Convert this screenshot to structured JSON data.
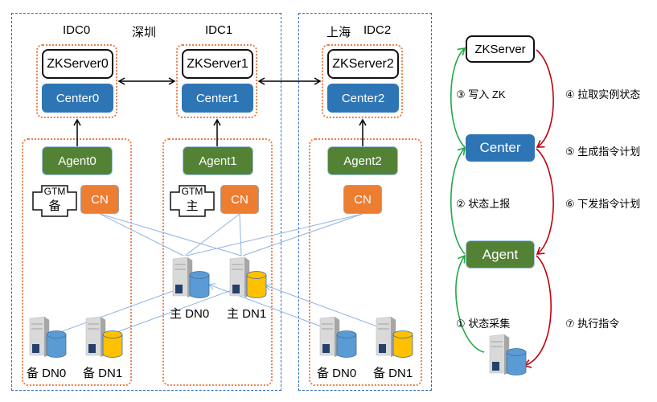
{
  "regions": {
    "shenzhen": {
      "city": "深圳",
      "idc0": "IDC0",
      "idc1": "IDC1"
    },
    "shanghai": {
      "city": "上海",
      "idc2": "IDC2"
    }
  },
  "idcs": [
    {
      "zkserver": "ZKServer0",
      "center": "Center0",
      "agent": "Agent0",
      "gtm_label": "GTM",
      "gtm_role": "备",
      "cn": "CN",
      "dns": [
        {
          "label": "备 DN0",
          "color": "#5b9bd5"
        },
        {
          "label": "备 DN1",
          "color": "#ffc000"
        }
      ]
    },
    {
      "zkserver": "ZKServer1",
      "center": "Center1",
      "agent": "Agent1",
      "gtm_label": "GTM",
      "gtm_role": "主",
      "cn": "CN",
      "dns": [
        {
          "label": "主 DN0",
          "color": "#5b9bd5"
        },
        {
          "label": "主 DN1",
          "color": "#ffc000"
        }
      ]
    },
    {
      "zkserver": "ZKServer2",
      "center": "Center2",
      "agent": "Agent2",
      "cn": "CN",
      "dns": [
        {
          "label": "备 DN0",
          "color": "#5b9bd5"
        },
        {
          "label": "备 DN1",
          "color": "#ffc000"
        }
      ]
    }
  ],
  "flow": {
    "zkserver": "ZKServer",
    "center": "Center",
    "agent": "Agent",
    "steps": {
      "s1": "① 状态采集",
      "s2": "② 状态上报",
      "s3": "③ 写入 ZK",
      "s4": "④ 拉取实例状态",
      "s5": "⑤ 生成指令计划",
      "s6": "⑥ 下发指令计划",
      "s7": "⑦ 执行指令"
    }
  },
  "colors": {
    "center": "#2e75b6",
    "agent": "#548235",
    "cn": "#ed7d31",
    "dn_primary_blue": "#5b9bd5",
    "dn_gold": "#ffc000",
    "report_arrow": "#22a84a",
    "command_arrow": "#c0000c",
    "link_line": "#8eb4e3"
  }
}
